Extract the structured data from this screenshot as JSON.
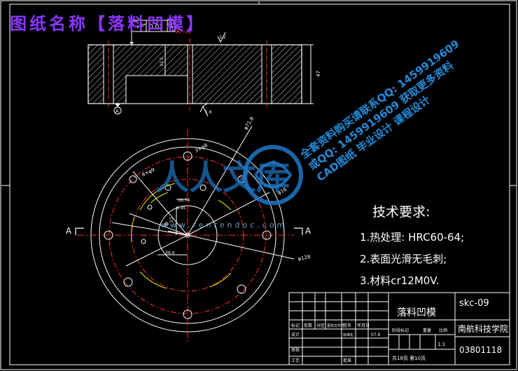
{
  "header": {
    "title": "图纸名称【落料凹模】",
    "flatness_symbol": "▱",
    "flatness_value": "0.02",
    "datum_ref": "A",
    "section_label": "A—A"
  },
  "section_view": {
    "dim_height": "47",
    "dim_inner": "22.5",
    "roughness_top": "3.2",
    "roughness_bottom": "1.6",
    "datum_marker": "A"
  },
  "plan_view": {
    "dims": [
      "φ71.8",
      "3×φ8",
      "6×φ9",
      "φ16",
      "φ128",
      "30.74",
      "9.45",
      "27",
      "39.4"
    ],
    "section_marks": [
      "A",
      "A"
    ]
  },
  "watermark": {
    "logo_text": "人人文库",
    "url": "www.renrendoc.com",
    "lines": [
      "全套资料购买请联系QQ: 1459919609",
      "或QQ: 1459919609 获取更多资料",
      "CAD图纸 毕业设计 课程设计"
    ]
  },
  "tech_requirements": {
    "title": "技术要求:",
    "items": [
      "1.热处理: HRC60-64;",
      "2.表面光滑无毛刺;",
      "3.材料cr12M0V."
    ]
  },
  "title_block": {
    "part_name": "落料凹模",
    "drawing_no": "skc-09",
    "school": "南航科技学院",
    "student_no": "03801118",
    "scale_ratio": "1:1",
    "mass_value": "07.6",
    "sheet_info": "共18页 第10页",
    "labels": {
      "mark": "标记",
      "count": "处数",
      "zone": "分区",
      "change_doc": "更改文件号",
      "signature": "签名",
      "date": "年月日",
      "design": "设计",
      "standardize": "标准化",
      "stage_mark": "阶段标记",
      "mass": "重量",
      "scale": "比例",
      "review": "审核",
      "process": "工艺",
      "approve": "批准"
    }
  }
}
